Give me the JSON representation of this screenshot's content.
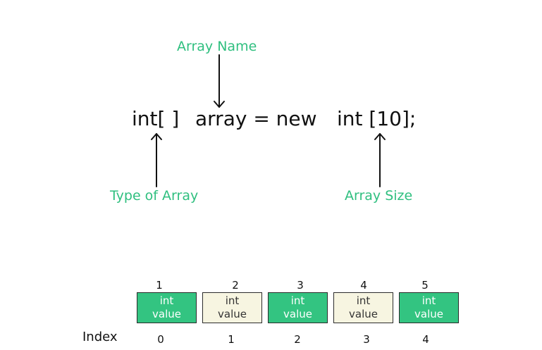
{
  "labels": {
    "array_name": "Array Name",
    "type_of_array": "Type of Array",
    "array_size": "Array Size",
    "index": "Index"
  },
  "code": {
    "part_type": "int[ ]",
    "part_name": "array = new",
    "part_size": "int [10];"
  },
  "cells": [
    {
      "position": "1",
      "line1": "int",
      "line2": "value",
      "index": "0",
      "color": "#33c481"
    },
    {
      "position": "2",
      "line1": "int",
      "line2": "value",
      "index": "1",
      "color": "#f7f5e1"
    },
    {
      "position": "3",
      "line1": "int",
      "line2": "value",
      "index": "2",
      "color": "#33c481"
    },
    {
      "position": "4",
      "line1": "int",
      "line2": "value",
      "index": "3",
      "color": "#f7f5e1"
    },
    {
      "position": "5",
      "line1": "int",
      "line2": "value",
      "index": "4",
      "color": "#33c481"
    }
  ],
  "colors": {
    "accent_green": "#2fbf7f",
    "cell_green": "#33c481",
    "cell_cream": "#f7f5e1"
  }
}
